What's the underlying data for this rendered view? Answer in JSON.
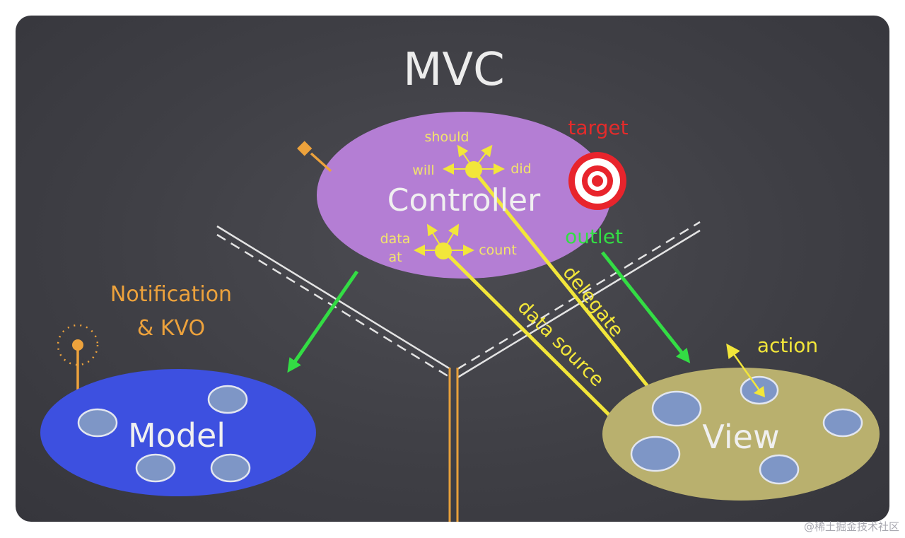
{
  "title": "MVC",
  "controller": {
    "label": "Controller",
    "delegate_labels": {
      "should": "should",
      "will": "will",
      "did": "did"
    },
    "datasource_labels": {
      "data_at": [
        "data",
        "at"
      ],
      "count": "count"
    }
  },
  "target_label": "target",
  "outlet_label": "outlet",
  "delegate_label": "delegate",
  "datasource_label": "data source",
  "action_label": "action",
  "notification_label": [
    "Notification",
    "& KVO"
  ],
  "model": {
    "label": "Model"
  },
  "view": {
    "label": "View"
  },
  "watermark": "@稀土掘金技术社区",
  "colors": {
    "controller_fill": "#b47ed4",
    "model_fill": "#3d50e0",
    "view_fill": "#b9b06e",
    "yellow": "#f2e63a",
    "green": "#33dd44",
    "orange": "#eda23c",
    "red": "#e8242c",
    "bubble": "#7e96c6"
  }
}
